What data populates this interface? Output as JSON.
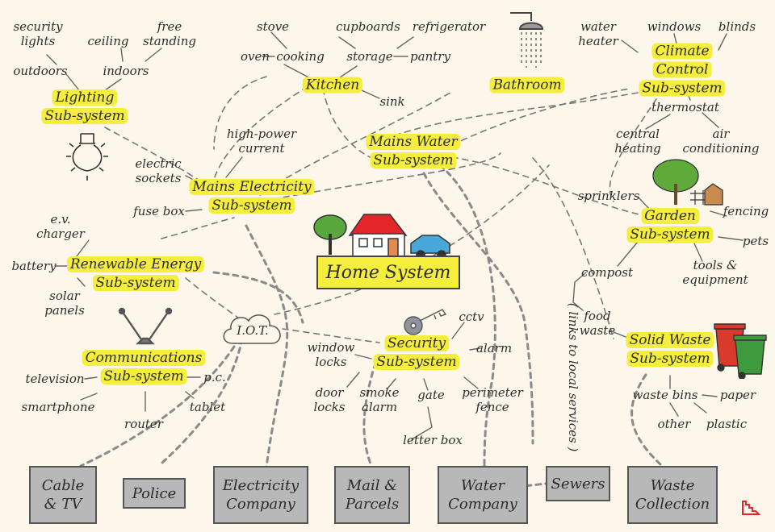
{
  "diagram": {
    "center": "Home System",
    "subsystems": {
      "lighting": "Lighting\nSub-system",
      "kitchen": "Kitchen",
      "bathroom": "Bathroom",
      "climate": "Climate Control\nSub-system",
      "mains_water": "Mains Water\nSub-system",
      "mains_electricity": "Mains Electricity\nSub-system",
      "garden": "Garden\nSub-system",
      "renewable": "Renewable Energy\nSub-system",
      "communications": "Communications\nSub-system",
      "security": "Security\nSub-system",
      "solid_waste": "Solid Waste\nSub-system"
    },
    "labels": {
      "security_lights": "security\nlights",
      "ceiling": "ceiling",
      "free_standing": "free\nstanding",
      "outdoors": "outdoors",
      "indoors": "indoors",
      "stove": "stove",
      "oven": "oven",
      "cooking": "cooking",
      "cupboards": "cupboards",
      "refrigerator": "refrigerator",
      "storage": "storage",
      "pantry": "pantry",
      "sink": "sink",
      "water_heater": "water\nheater",
      "windows": "windows",
      "blinds": "blinds",
      "thermostat": "thermostat",
      "central_heating": "central\nheating",
      "air_conditioning": "air\nconditioning",
      "high_power_current": "high-power\ncurrent",
      "electric_sockets": "electric\nsockets",
      "fuse_box": "fuse box",
      "sprinklers": "sprinklers",
      "fencing": "fencing",
      "pets": "pets",
      "tools_equipment": "tools & equipment",
      "compost": "compost",
      "ev_charger": "e.v.\ncharger",
      "battery": "battery",
      "solar_panels": "solar\npanels",
      "iot": "I.O.T.",
      "television": "television",
      "pc": "p.c.",
      "smartphone": "smartphone",
      "tablet": "tablet",
      "router": "router",
      "cctv": "cctv",
      "window_locks": "window\nlocks",
      "alarm": "alarm",
      "door_locks": "door\nlocks",
      "smoke_alarm": "smoke\nalarm",
      "gate": "gate",
      "perimeter_fence": "perimeter\nfence",
      "letter_box": "letter box",
      "food_waste": "food\nwaste",
      "waste_bins": "waste bins",
      "paper": "paper",
      "other": "other",
      "plastic": "plastic",
      "links_local": "( links to local services )"
    },
    "services": {
      "cable_tv": "Cable\n& TV",
      "police": "Police",
      "electricity_company": "Electricity\nCompany",
      "mail_parcels": "Mail &\nParcels",
      "water_company": "Water\nCompany",
      "sewers": "Sewers",
      "waste_collection": "Waste\nCollection"
    }
  },
  "colors": {
    "highlight": "#f6ee3c",
    "service_box": "#b8b8b8",
    "background": "#fcf7ea",
    "line": "#777777",
    "roof": "#e2262a",
    "car": "#4aa8d8",
    "bin_red": "#d93a2b",
    "bin_green": "#3e9a3a"
  },
  "icons": [
    "light-bulb-icon",
    "shower-icon",
    "house-icon",
    "tree-icon",
    "car-icon",
    "key-icon",
    "antenna-icon",
    "cloud-icon",
    "bins-icon",
    "logo-icon"
  ]
}
